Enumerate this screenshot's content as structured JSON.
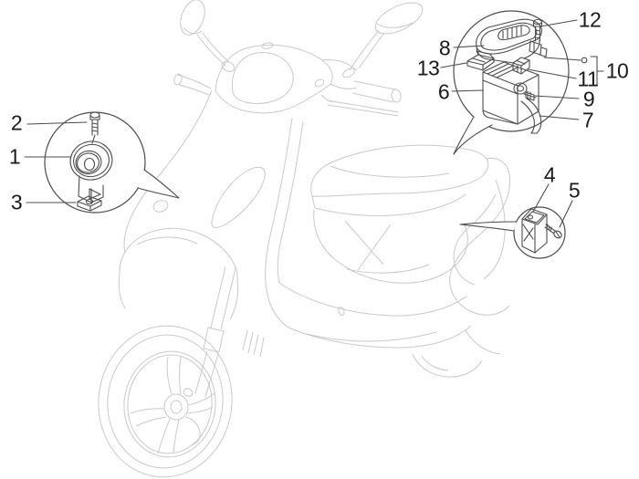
{
  "diagram": {
    "background_color": "#ffffff",
    "sketch_line_color": "#c9c9c9",
    "detail_line_color": "#4d4d4d",
    "label_color": "#1a1a1a"
  },
  "callouts": [
    {
      "label": "1"
    },
    {
      "label": "2"
    },
    {
      "label": "3"
    },
    {
      "label": "4"
    },
    {
      "label": "5"
    },
    {
      "label": "6"
    },
    {
      "label": "7"
    },
    {
      "label": "8"
    },
    {
      "label": "9"
    },
    {
      "label": "10"
    },
    {
      "label": "11"
    },
    {
      "label": "12"
    },
    {
      "label": "13"
    }
  ]
}
